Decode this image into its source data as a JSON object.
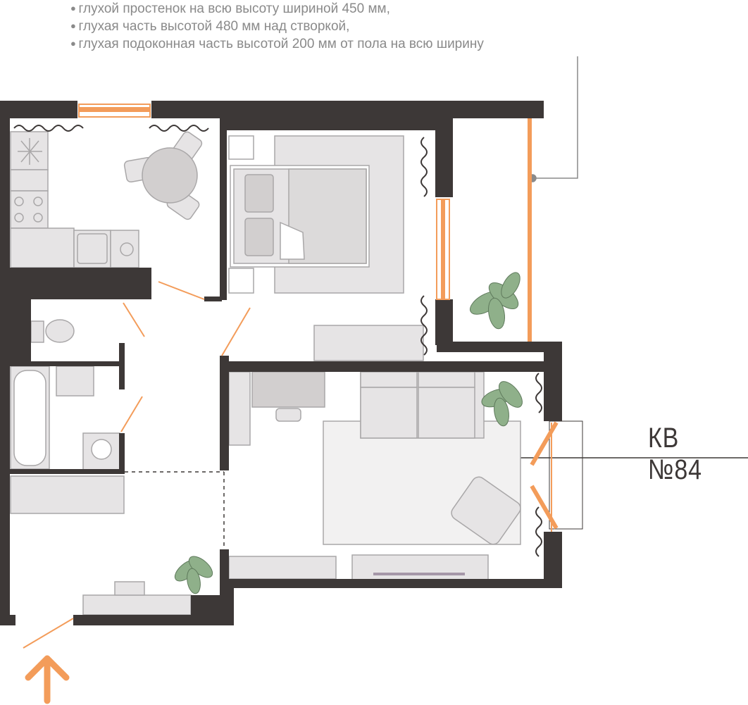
{
  "notes": [
    "глухой простенок на всю высоту шириной 450 мм,",
    "глухая часть высотой 480 мм над створкой,",
    "глухая подоконная часть высотой 200 мм от пола на всю ширину"
  ],
  "apartment_label": "КВ №84",
  "colors": {
    "wall": "#3d3837",
    "accent": "#f39c5a",
    "furniture": "#e6e4e5",
    "furniture_stroke": "#a9a7a8",
    "plant": "#8fb08a"
  }
}
